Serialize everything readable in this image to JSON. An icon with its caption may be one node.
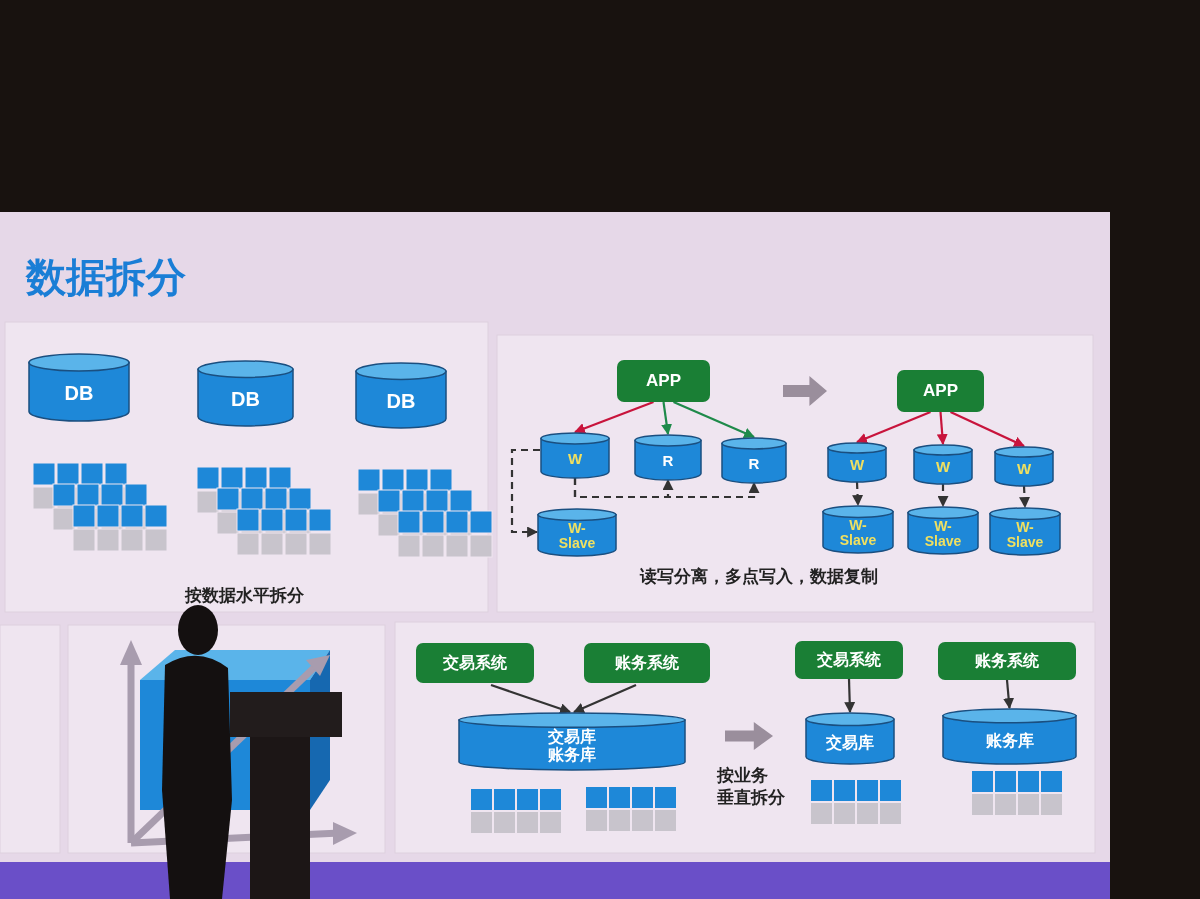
{
  "diagram": {
    "title": "数据拆分",
    "nodes": [
      {
        "text": [
          "DB"
        ]
      },
      {
        "text": [
          "DB"
        ]
      },
      {
        "text": [
          "DB"
        ]
      },
      {
        "text": [
          "APP"
        ]
      },
      {
        "text": [
          "W"
        ]
      },
      {
        "text": [
          "R"
        ]
      },
      {
        "text": [
          "R"
        ]
      },
      {
        "text": [
          "W-Slave"
        ]
      },
      {
        "text": [
          "APP"
        ]
      },
      {
        "text": [
          "W"
        ]
      },
      {
        "text": [
          "W"
        ]
      },
      {
        "text": [
          "W"
        ]
      },
      {
        "text": [
          "W-Slave"
        ]
      },
      {
        "text": [
          "W-Slave"
        ]
      },
      {
        "text": [
          "W-Slave"
        ]
      },
      {
        "text": [
          "交易系统"
        ]
      },
      {
        "text": [
          "账务系统"
        ]
      },
      {
        "text": [
          "交易库",
          "账务库"
        ]
      },
      {
        "text": [
          "交易系统"
        ]
      },
      {
        "text": [
          "账务系统"
        ]
      },
      {
        "text": [
          "交易库"
        ]
      },
      {
        "text": [
          "账务库"
        ]
      }
    ],
    "edges": [
      {
        "from": 3,
        "to": 4,
        "arrow": "to",
        "color": "#c8143c"
      },
      {
        "from": 3,
        "to": 5,
        "arrow": "to",
        "color": "#1e8a4a"
      },
      {
        "from": 3,
        "to": 6,
        "arrow": "to",
        "color": "#1e8a4a"
      },
      {
        "from": 4,
        "to": 5,
        "arrow": "to",
        "style": "dashed"
      },
      {
        "from": 4,
        "to": 6,
        "arrow": "to",
        "style": "dashed"
      },
      {
        "from": 4,
        "to": 7,
        "arrow": "to",
        "style": "dashed"
      },
      {
        "from": 8,
        "to": 9,
        "arrow": "to",
        "color": "#c8143c"
      },
      {
        "from": 8,
        "to": 10,
        "arrow": "to",
        "color": "#c8143c"
      },
      {
        "from": 8,
        "to": 11,
        "arrow": "to",
        "color": "#c8143c"
      },
      {
        "from": 9,
        "to": 12,
        "arrow": "to",
        "style": "dashed"
      },
      {
        "from": 10,
        "to": 13,
        "arrow": "to",
        "style": "dashed"
      },
      {
        "from": 11,
        "to": 14,
        "arrow": "to",
        "style": "dashed"
      },
      {
        "from": 15,
        "to": 17,
        "arrow": "to"
      },
      {
        "from": 16,
        "to": 17,
        "arrow": "to"
      },
      {
        "from": 18,
        "to": 20,
        "arrow": "to"
      },
      {
        "from": 19,
        "to": 21,
        "arrow": "to"
      }
    ],
    "labels": [
      "按数据水平拆分",
      "读写分离，多点写入，数据复制",
      "按业务",
      "垂直拆分"
    ]
  }
}
